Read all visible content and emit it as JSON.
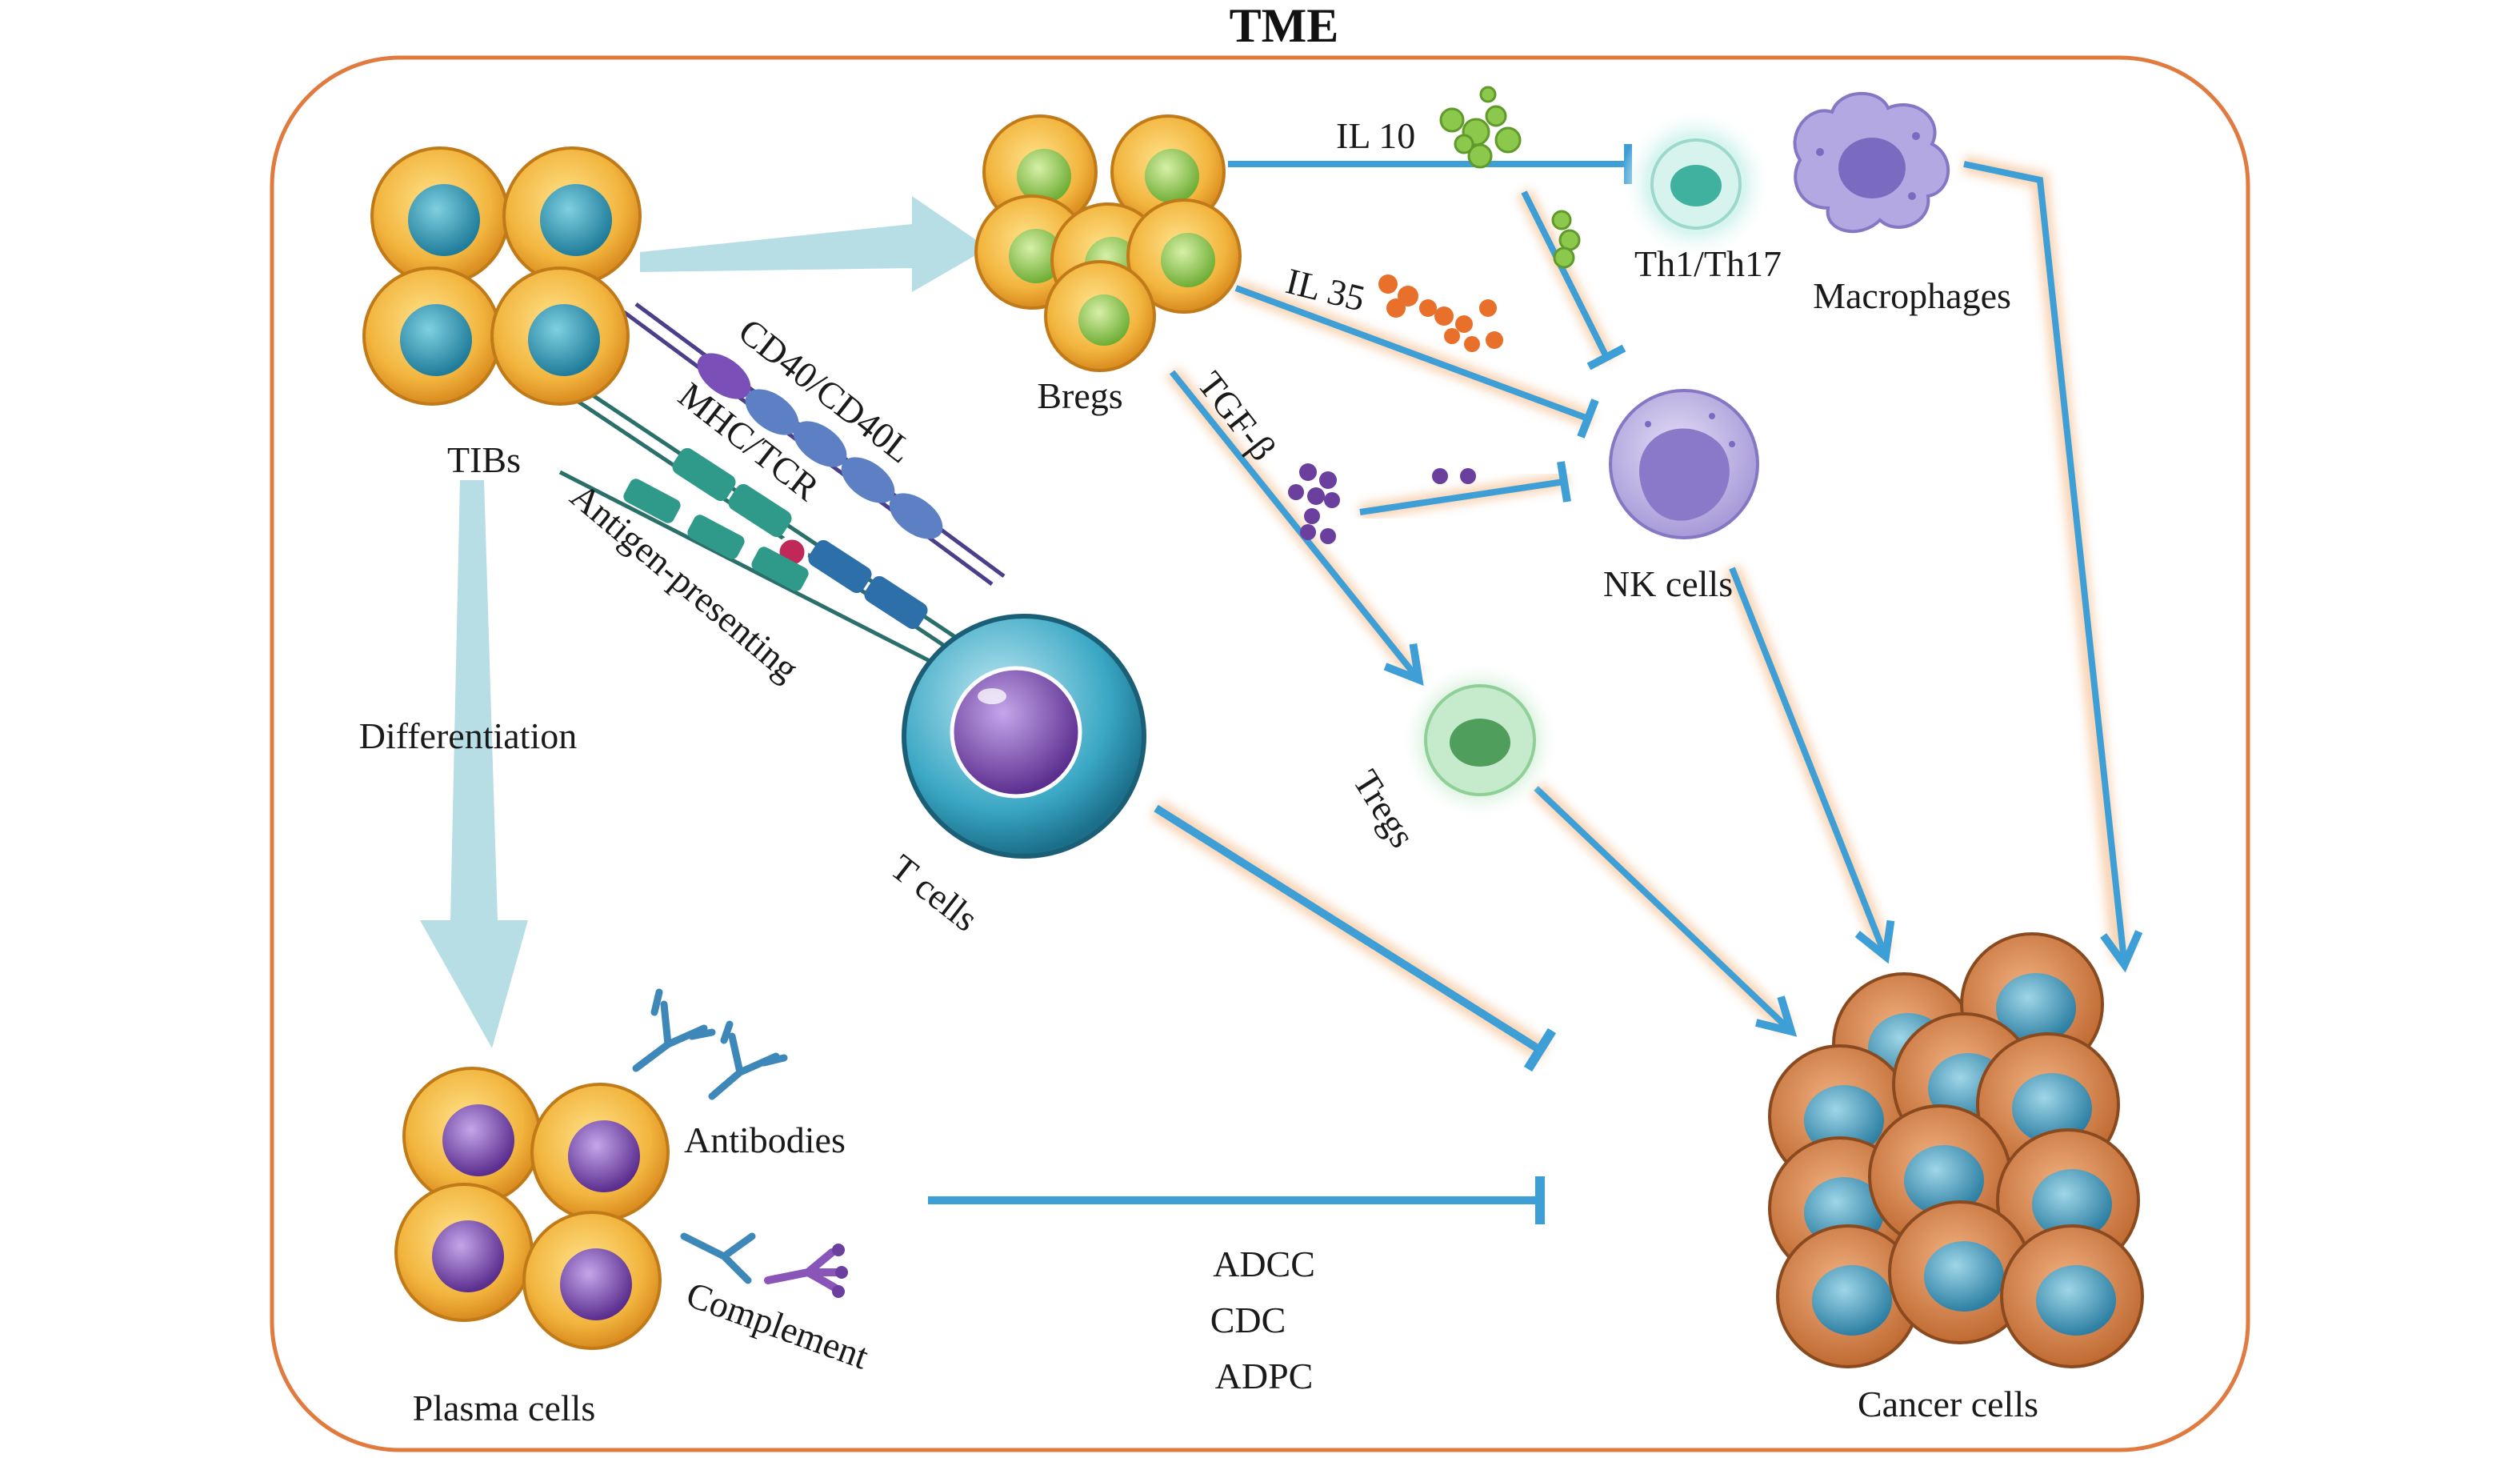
{
  "title": "TME",
  "labels": {
    "tibs": "TIBs",
    "bregs": "Bregs",
    "il10": "IL 10",
    "il35": "IL 35",
    "tgfb": "TGF-β",
    "th": "Th1/Th17",
    "macrophages": "Macrophages",
    "nk": "NK cells",
    "tregs": "Tregs",
    "tcells": "T cells",
    "cd40": "CD40/CD40L",
    "mhc": "MHC/TCR",
    "antigen": "Antigen-presenting",
    "differentiation": "Differentiation",
    "antibodies": "Antibodies",
    "complement": "Complement",
    "plasma": "Plasma cells",
    "cancer": "Cancer cells",
    "adcc": "ADCC",
    "cdc": "CDC",
    "adpc": "ADPC"
  },
  "colors": {
    "frame": "#e07a3f",
    "arrow": "#3d9fd6",
    "arrow_glow": "#f3b27a",
    "fat_arrow": "#9fd3dc",
    "bcell": "#f2b53e",
    "bcell_nucleus": "#2f9db8",
    "breg_nucleus": "#9ccf5a",
    "plasma_nucleus": "#7d4cb0",
    "cancer": "#d98a52",
    "cancer_nucleus": "#3a8fb0",
    "nk": "#a79ad8",
    "macrophage": "#9c8fd0",
    "treg": "#7fc58a",
    "tcell": "#3aa7c4",
    "il10": "#8cc84b",
    "il35": "#e8702a",
    "tgfb": "#6b3f9e"
  }
}
